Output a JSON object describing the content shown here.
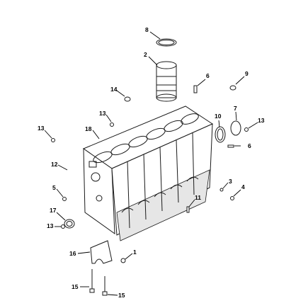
{
  "callouts": [
    {
      "id": "c8",
      "text": "8"
    },
    {
      "id": "c2",
      "text": "2"
    },
    {
      "id": "c6a",
      "text": "6"
    },
    {
      "id": "c9",
      "text": "9"
    },
    {
      "id": "c14",
      "text": "14"
    },
    {
      "id": "c13a",
      "text": "13"
    },
    {
      "id": "c10",
      "text": "10"
    },
    {
      "id": "c7",
      "text": "7"
    },
    {
      "id": "c13b",
      "text": "13"
    },
    {
      "id": "c13c",
      "text": "13"
    },
    {
      "id": "c18",
      "text": "18"
    },
    {
      "id": "c6b",
      "text": "6"
    },
    {
      "id": "c12",
      "text": "12"
    },
    {
      "id": "c3",
      "text": "3"
    },
    {
      "id": "c5",
      "text": "5"
    },
    {
      "id": "c4",
      "text": "4"
    },
    {
      "id": "c11",
      "text": "11"
    },
    {
      "id": "c17",
      "text": "17"
    },
    {
      "id": "c13d",
      "text": "13"
    },
    {
      "id": "c16",
      "text": "16"
    },
    {
      "id": "c1",
      "text": "1"
    },
    {
      "id": "c15a",
      "text": "15"
    },
    {
      "id": "c15b",
      "text": "15"
    }
  ]
}
